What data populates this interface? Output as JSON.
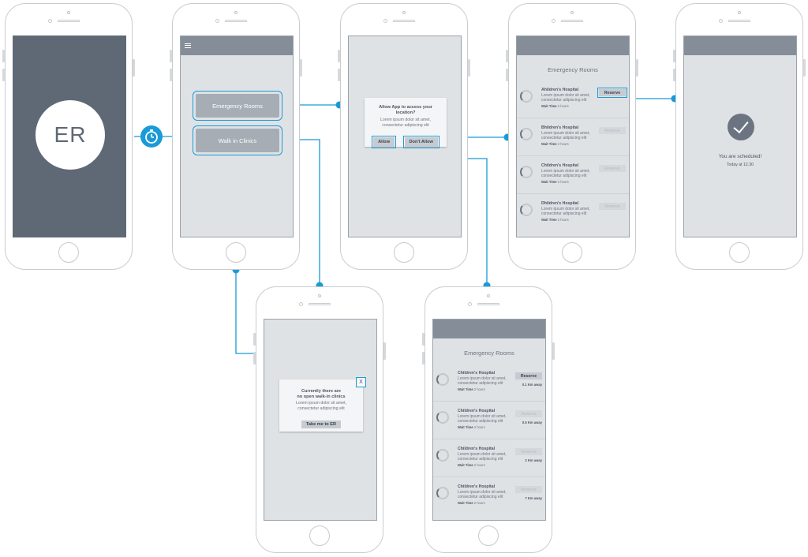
{
  "splash": {
    "logo_text": "ER"
  },
  "menu": {
    "items": [
      "Emergency Rooms",
      "Walk in Clinics"
    ]
  },
  "location_dialog": {
    "title": "Allow App to access your location?",
    "text": "Lorem ipsum dolor sit amet, consectetur adipiscing elit",
    "allow": "Allow",
    "deny": "Don't Allow"
  },
  "er_list": {
    "title": "Emergency Rooms",
    "reserve_label": "Reserve",
    "wait_label": "Wait Time",
    "rows": [
      {
        "name": "Ahildren's Hospital",
        "desc": "Lorem ipsum dolor sit amet, consectetur adipiscing elit",
        "wait": "2 hours",
        "active": true
      },
      {
        "name": "Bhildren's Hospital",
        "desc": "Lorem ipsum dolor sit amet, consectetur adipiscing elit",
        "wait": "2 hours",
        "active": false
      },
      {
        "name": "Children's Hospital",
        "desc": "Lorem ipsum dolor sit amet, consectetur adipiscing elit",
        "wait": "2 hours",
        "active": false
      },
      {
        "name": "Dhildren's Hospital",
        "desc": "Lorem ipsum dolor sit amet, consectetur adipiscing elit",
        "wait": "2 hours",
        "active": false
      }
    ]
  },
  "confirmation": {
    "title": "You are scheduled!",
    "subtitle": "Today at 12.30"
  },
  "no_clinics": {
    "close": "X",
    "title_line1": "Currently there are",
    "title_line2": "no open walk-in clinics",
    "text": "Lorem ipsum dolor sit amet, consectetur adipiscing elit",
    "button": "Take me to ER"
  },
  "er_list_distance": {
    "title": "Emergency Rooms",
    "reserve_label": "Reserve",
    "wait_label": "Wait Time",
    "rows": [
      {
        "name": "Children's Hospital",
        "desc": "Lorem ipsum dolor sit amet, consectetur adipiscing elit",
        "wait": "2 hours",
        "distance": "0.1 Km away",
        "active": true
      },
      {
        "name": "Children's Hospital",
        "desc": "Lorem ipsum dolor sit amet, consectetur adipiscing elit",
        "wait": "2 hours",
        "distance": "0.5 Km away",
        "active": false
      },
      {
        "name": "Children's Hospital",
        "desc": "Lorem ipsum dolor sit amet, consectetur adipiscing elit",
        "wait": "2 hours",
        "distance": "2 Km away",
        "active": false
      },
      {
        "name": "Children's Hospital",
        "desc": "Lorem ipsum dolor sit amet, consectetur adipiscing elit",
        "wait": "2 hours",
        "distance": "7 Km away",
        "active": false
      }
    ]
  },
  "colors": {
    "accent": "#1a9ad6",
    "dark_screen": "#5f6976",
    "topbar": "#858e98",
    "screen_bg": "#dfe2e5"
  },
  "icons": [
    "timer-icon",
    "hamburger-icon",
    "checkmark-icon",
    "spinner-icon"
  ]
}
